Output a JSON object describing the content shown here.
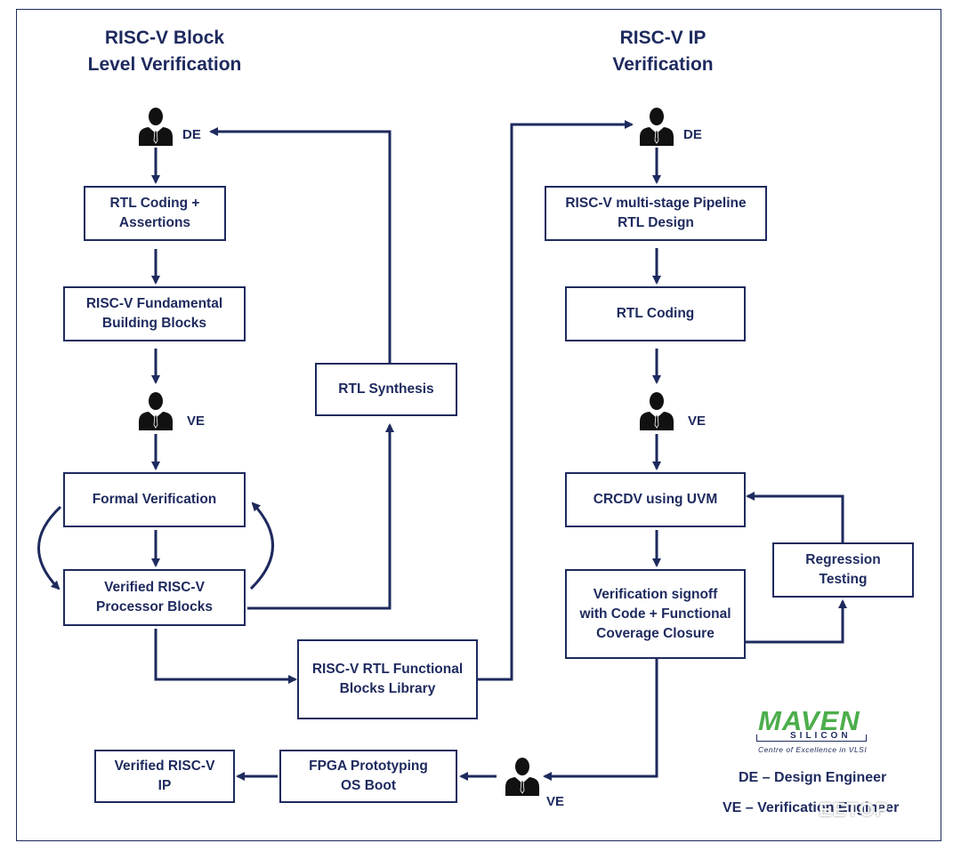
{
  "titles": {
    "block_level": "RISC-V Block\nLevel Verification",
    "ip_level": "RISC-V  IP\nVerification"
  },
  "boxes": {
    "rtl_coding_assertions": "RTL Coding +\nAssertions",
    "fundamental_blocks": "RISC-V Fundamental\nBuilding Blocks",
    "formal_verification": "Formal Verification",
    "verified_processor_blocks": "Verified RISC-V\nProcessor Blocks",
    "rtl_synthesis": "RTL Synthesis",
    "functional_blocks_library": "RISC-V RTL Functional\nBlocks Library",
    "pipeline_rtl_design": "RISC-V multi-stage Pipeline\nRTL Design",
    "rtl_coding": "RTL Coding",
    "crcdv_uvm": "CRCDV using UVM",
    "regression_testing": "Regression\nTesting",
    "verification_signoff": "Verification signoff\nwith Code + Functional\nCoverage Closure",
    "fpga_prototyping": "FPGA Prototyping\nOS Boot",
    "verified_ip": "Verified RISC-V\nIP"
  },
  "roles": {
    "de_left": "DE",
    "ve_left": "VE",
    "de_right": "DE",
    "ve_right": "VE",
    "ve_bottom": "VE"
  },
  "legend": {
    "de": "DE – Design Engineer",
    "ve": "VE – Verification Engineer"
  },
  "logo": {
    "main": "MAVEN",
    "sub": "SILICON",
    "tagline": "Centre of Excellence in VLSI"
  },
  "watermark": "EETOP",
  "colors": {
    "primary": "#1e2a5e",
    "logo_green": "#4cae4c",
    "background": "#ffffff"
  },
  "icons": {
    "engineer": "person-icon"
  }
}
